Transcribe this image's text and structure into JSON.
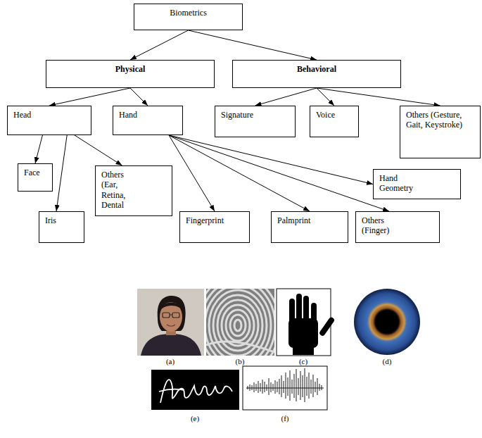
{
  "diagram": {
    "nodes": [
      {
        "text": [
          "Biometrics"
        ]
      },
      {
        "text": [
          "Physical"
        ]
      },
      {
        "text": [
          "Behavioral"
        ]
      },
      {
        "text": [
          "Head"
        ]
      },
      {
        "text": [
          "Hand"
        ]
      },
      {
        "text": [
          "Signature"
        ]
      },
      {
        "text": [
          "Voice"
        ]
      },
      {
        "text": [
          "Others (Gesture, Gait, Keystroke)"
        ]
      },
      {
        "text": [
          "Face"
        ]
      },
      {
        "text": [
          "Others (Ear, Retina, Dental"
        ]
      },
      {
        "text": [
          "Hand Geometry"
        ]
      },
      {
        "text": [
          "Iris"
        ]
      },
      {
        "text": [
          "Fingerprint"
        ]
      },
      {
        "text": [
          "Palmprint"
        ]
      },
      {
        "text": [
          "Others (Finger)"
        ]
      }
    ],
    "edges": [
      {
        "from": 0,
        "to": 1,
        "arrow": "to"
      },
      {
        "from": 0,
        "to": 2,
        "arrow": "to"
      },
      {
        "from": 1,
        "to": 3,
        "arrow": "to"
      },
      {
        "from": 1,
        "to": 4,
        "arrow": "to"
      },
      {
        "from": 2,
        "to": 5,
        "arrow": "to"
      },
      {
        "from": 2,
        "to": 6,
        "arrow": "to"
      },
      {
        "from": 2,
        "to": 7,
        "arrow": "to"
      },
      {
        "from": 3,
        "to": 8,
        "arrow": "to"
      },
      {
        "from": 3,
        "to": 11,
        "arrow": "to"
      },
      {
        "from": 3,
        "to": 9,
        "arrow": "to"
      },
      {
        "from": 4,
        "to": 12,
        "arrow": "to"
      },
      {
        "from": 4,
        "to": 13,
        "arrow": "to"
      },
      {
        "from": 4,
        "to": 14,
        "arrow": "to"
      },
      {
        "from": 4,
        "to": 10,
        "arrow": "to"
      }
    ],
    "labels": [
      "(a)",
      "(b)",
      "(c)",
      "(d)",
      "(e)",
      "(f)"
    ]
  }
}
